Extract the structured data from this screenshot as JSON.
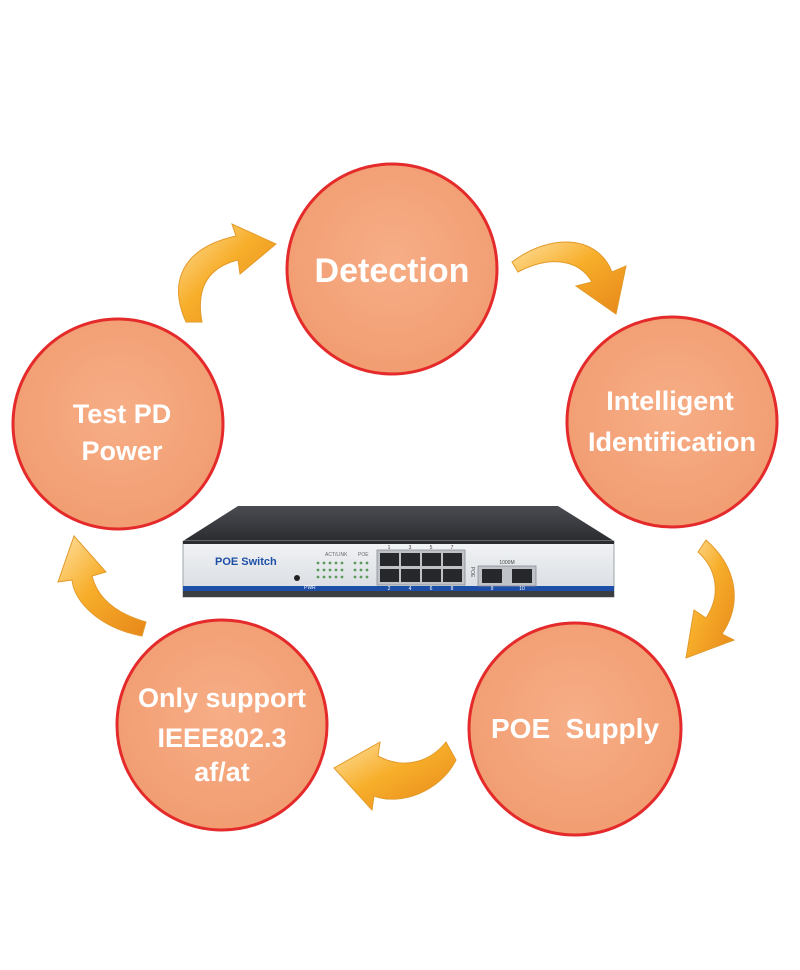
{
  "diagram": {
    "nodes": {
      "detection": {
        "label": "Detection"
      },
      "intelligent_identification": {
        "line1": "Intelligent",
        "line2": "Identification"
      },
      "poe_supply": {
        "label": "POE  Supply"
      },
      "ieee_support": {
        "line1": "Only support",
        "line2": "IEEE802.3",
        "line3": "af/at"
      },
      "test_pd_power": {
        "line1": "Test PD",
        "line2": "Power"
      }
    },
    "device": {
      "brand_label": "POE Switch",
      "act_link_label": "ACT/LINK",
      "poe_led_label": "POE",
      "pwr_label": "PWR",
      "poe_side_label": "POE",
      "uplink_label": "1000M",
      "top_port_numbers": [
        "1",
        "3",
        "5",
        "7"
      ],
      "bottom_port_numbers": [
        "2",
        "4",
        "6",
        "8"
      ],
      "uplink_port_numbers": [
        "9",
        "10"
      ]
    },
    "colors": {
      "circle_fill": "#F5A47A",
      "circle_stroke": "#E42A2A",
      "arrow_orange": "#F0A020",
      "label_color": "#FFFFFF",
      "switch_body": "#2F3135",
      "switch_stripe": "#1E4FA8"
    }
  }
}
